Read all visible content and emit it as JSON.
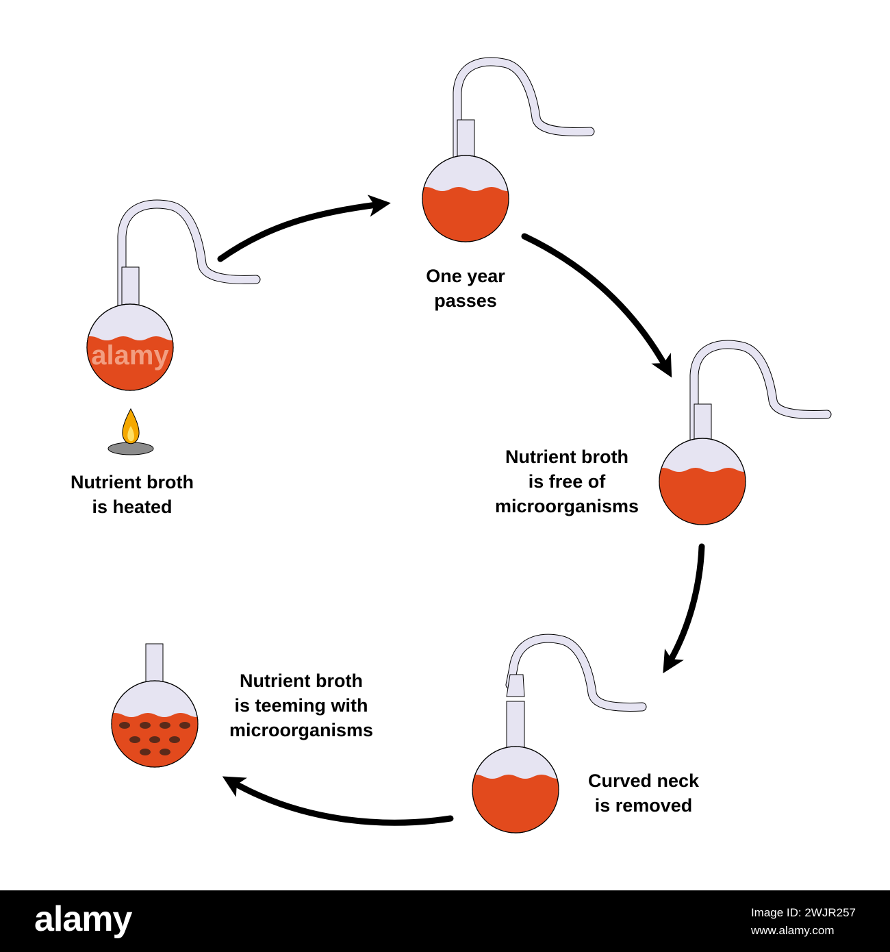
{
  "steps": [
    {
      "line1": "Nutrient broth",
      "line2": "is heated"
    },
    {
      "line1": "One year",
      "line2": "passes"
    },
    {
      "line1": "Nutrient broth",
      "line2": "is free of",
      "line3": "microorganisms"
    },
    {
      "line1": "Curved neck",
      "line2": "is removed"
    },
    {
      "line1": "Nutrient broth",
      "line2": "is teeming with",
      "line3": "microorganisms"
    }
  ],
  "watermark": "alamy",
  "footer": {
    "logo": "alamy",
    "image_id_line": "Image ID: 2WJR257",
    "site": "www.alamy.com"
  },
  "colors": {
    "broth": "#e24a1d",
    "glass": "#e6e4f2",
    "flame": "#f5a800",
    "burner": "#8c8c8c",
    "arrow": "#000000"
  }
}
